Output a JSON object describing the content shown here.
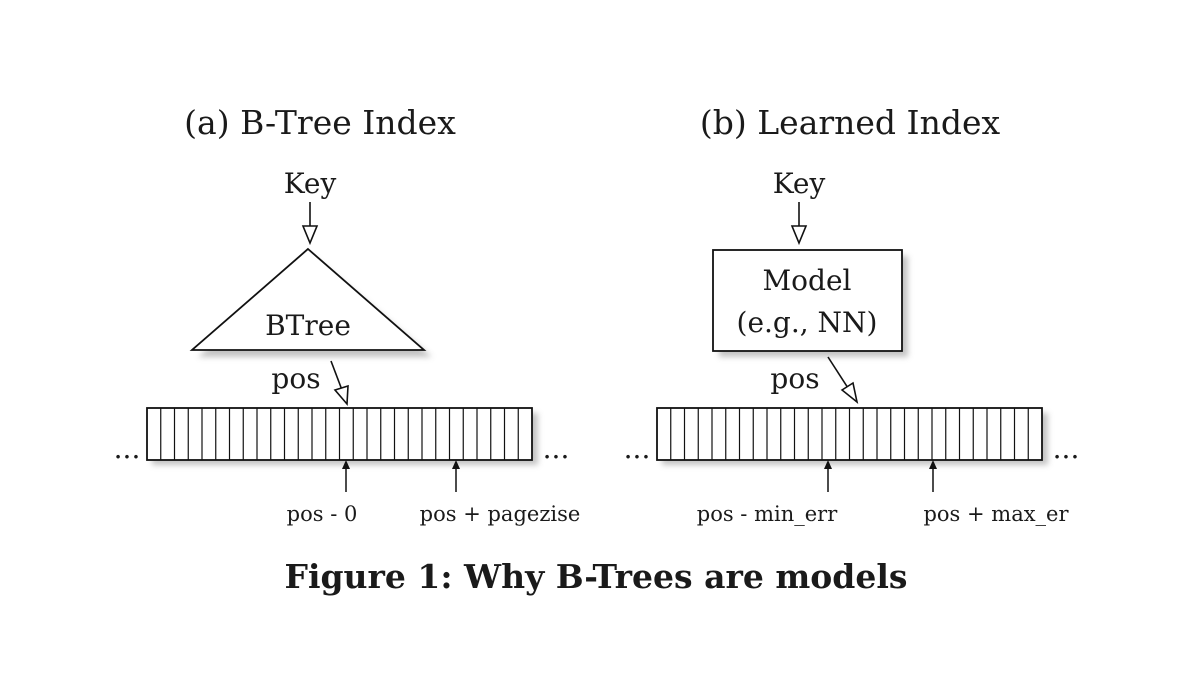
{
  "panel_a": {
    "title": "(a) B-Tree Index",
    "key_label": "Key",
    "node_label": "BTree",
    "pos_label": "pos",
    "ellipsis_left": "...",
    "ellipsis_right": "...",
    "low_label": "pos - 0",
    "high_label": "pos + pagezise"
  },
  "panel_b": {
    "title": "(b) Learned Index",
    "key_label": "Key",
    "model_line1": "Model",
    "model_line2": "(e.g., NN)",
    "pos_label": "pos",
    "ellipsis_left": "...",
    "ellipsis_right": "...",
    "low_label": "pos - min_err",
    "high_label": "pos + max_er"
  },
  "caption": "Figure 1: Why B-Trees are models",
  "colors": {
    "stroke": "#111111",
    "shadow": "#c8c8c8",
    "text": "#1a1a1a",
    "fill": "#ffffff"
  }
}
